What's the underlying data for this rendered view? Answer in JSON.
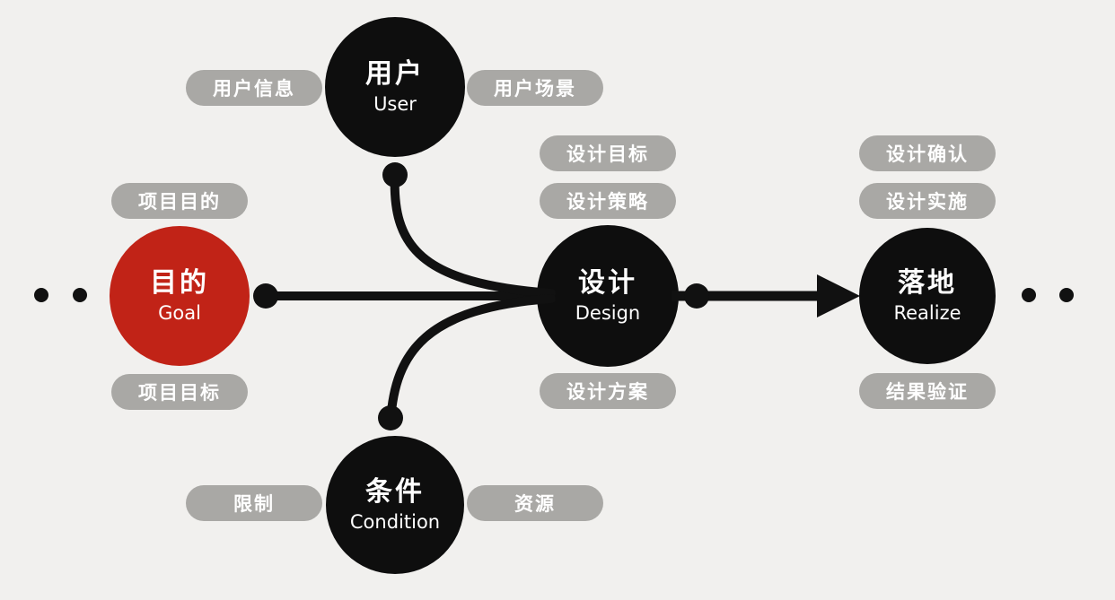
{
  "diagram": {
    "type": "flow-diagram",
    "description": "Design process flow: Goal -> (User, Condition feed into) Design -> Realize",
    "colors": {
      "background": "#f1f0ee",
      "node_red": "#c12317",
      "node_black": "#0e0e0e",
      "pill_background": "#a9a8a5",
      "pill_text": "#ffffff",
      "connector": "#111111"
    },
    "nodes": [
      {
        "id": "goal",
        "title": "目的",
        "subtitle": "Goal",
        "color": "#c12317"
      },
      {
        "id": "user",
        "title": "用户",
        "subtitle": "User",
        "color": "#0e0e0e"
      },
      {
        "id": "design",
        "title": "设计",
        "subtitle": "Design",
        "color": "#0e0e0e"
      },
      {
        "id": "condition",
        "title": "条件",
        "subtitle": "Condition",
        "color": "#0e0e0e"
      },
      {
        "id": "realize",
        "title": "落地",
        "subtitle": "Realize",
        "color": "#0e0e0e"
      }
    ],
    "pills": {
      "goal_top": "项目目的",
      "goal_bottom": "项目目标",
      "user_left": "用户信息",
      "user_right": "用户场景",
      "design_top_1": "设计目标",
      "design_top_2": "设计策略",
      "design_bottom": "设计方案",
      "realize_top_1": "设计确认",
      "realize_top_2": "设计实施",
      "realize_bottom": "结果验证",
      "condition_left": "限制",
      "condition_right": "资源"
    },
    "edges": [
      {
        "from": "goal",
        "to": "design",
        "style": "line"
      },
      {
        "from": "user",
        "to": "design",
        "style": "curve"
      },
      {
        "from": "condition",
        "to": "design",
        "style": "curve"
      },
      {
        "from": "design",
        "to": "realize",
        "style": "arrow"
      }
    ]
  }
}
